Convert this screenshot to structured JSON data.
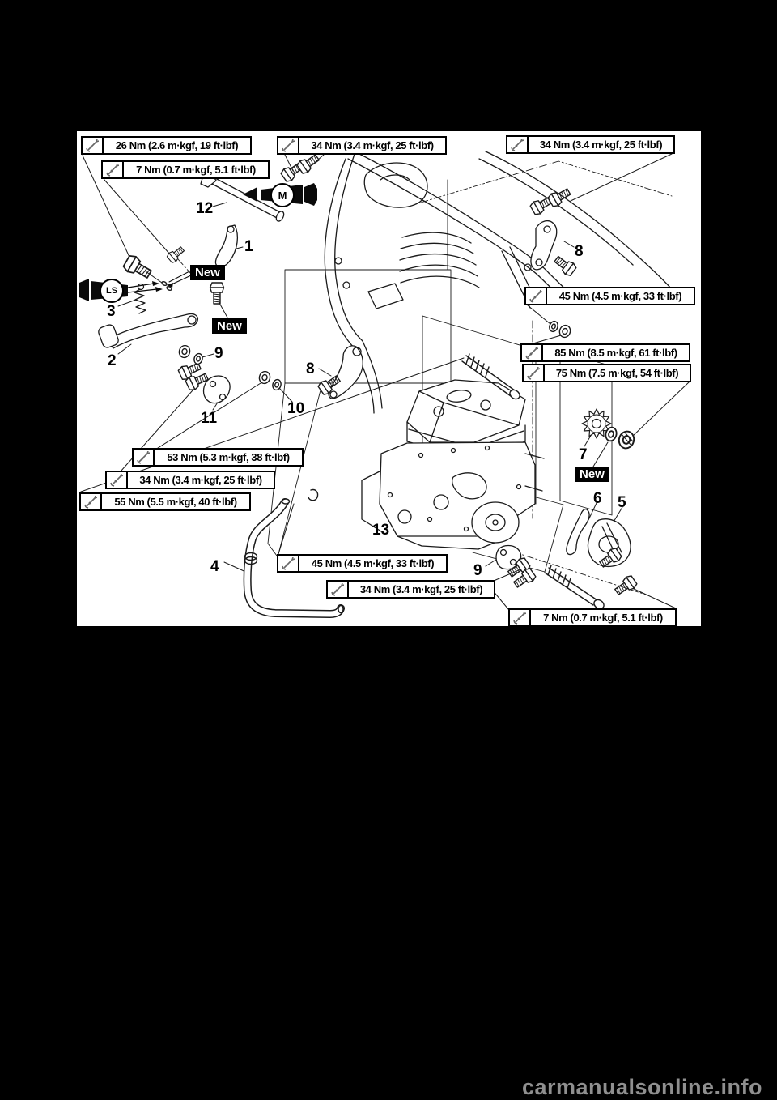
{
  "footer": {
    "watermark": "carmanualsonline.info"
  },
  "diagram": {
    "torque_labels": [
      {
        "text": "26 Nm (2.6 m·kgf, 19 ft·lbf)"
      },
      {
        "text": "7 Nm (0.7 m·kgf, 5.1 ft·lbf)"
      },
      {
        "text": "34 Nm (3.4 m·kgf, 25 ft·lbf)"
      },
      {
        "text": "34 Nm (3.4 m·kgf, 25 ft·lbf)"
      },
      {
        "text": "45 Nm (4.5 m·kgf, 33 ft·lbf)"
      },
      {
        "text": "85 Nm (8.5 m·kgf, 61 ft·lbf)"
      },
      {
        "text": "75 Nm (7.5 m·kgf, 54 ft·lbf)"
      },
      {
        "text": "53 Nm (5.3 m·kgf, 38 ft·lbf)"
      },
      {
        "text": "34 Nm (3.4 m·kgf, 25 ft·lbf)"
      },
      {
        "text": "55 Nm (5.5 m·kgf, 40 ft·lbf)"
      },
      {
        "text": "45 Nm (4.5 m·kgf, 33 ft·lbf)"
      },
      {
        "text": "34 Nm (3.4 m·kgf, 25 ft·lbf)"
      },
      {
        "text": "7 Nm (0.7 m·kgf, 5.1 ft·lbf)"
      }
    ],
    "part_numbers": [
      {
        "label": "12"
      },
      {
        "label": "1"
      },
      {
        "label": "3"
      },
      {
        "label": "2"
      },
      {
        "label": "9"
      },
      {
        "label": "11"
      },
      {
        "label": "10"
      },
      {
        "label": "8"
      },
      {
        "label": "8"
      },
      {
        "label": "7"
      },
      {
        "label": "6"
      },
      {
        "label": "5"
      },
      {
        "label": "13"
      },
      {
        "label": "9"
      },
      {
        "label": "4"
      }
    ],
    "condition_tags": [
      {
        "text": "New"
      },
      {
        "text": "New"
      },
      {
        "text": "New"
      }
    ],
    "grease_symbols": [
      {
        "code": "M"
      },
      {
        "code": "LS"
      }
    ],
    "colors": {
      "line": "#1a1a1a",
      "page_bg": "#ffffff",
      "canvas_bg": "#000000",
      "watermark": "#8f8f8f"
    }
  }
}
